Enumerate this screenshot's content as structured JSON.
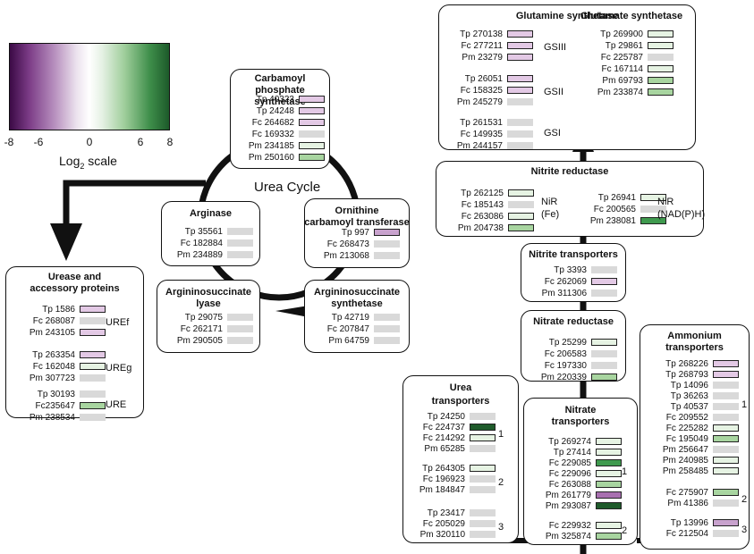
{
  "legend": {
    "ticks": [
      "-8",
      "-6",
      "0",
      "6",
      "8"
    ],
    "title_prefix": "Log",
    "title_sub": "2",
    "title_suffix": " scale",
    "colors": {
      "min": "#3b0a45",
      "mid": "#ffffff",
      "max": "#1d5a2a"
    }
  },
  "cycle_label": "Urea Cycle",
  "colors": {
    "none": "#d9d9d9",
    "lp": "#e3c9e5",
    "mp": "#c8a2cd",
    "dp": "#a870b0",
    "lg": "#e6f3e3",
    "mg": "#a8d5a0",
    "dg": "#3f9a4e",
    "vdg": "#1f5b2b"
  },
  "boxes": [
    {
      "id": "carbamoyl",
      "title": [
        "Carbamoyl",
        "phosphate synthetase"
      ],
      "rows": [
        {
          "t": "Tp 40323",
          "c": "lp"
        },
        {
          "t": "Tp 24248",
          "c": "lp"
        },
        {
          "t": "Fc 264682",
          "c": "lp"
        },
        {
          "t": "Fc 169332",
          "c": "none"
        },
        {
          "t": "Pm 234185",
          "c": "lg"
        },
        {
          "t": "Pm 250160",
          "c": "mg"
        }
      ]
    },
    {
      "id": "arginase",
      "title": [
        "Arginase"
      ],
      "rows": [
        {
          "t": "Tp 35561",
          "c": "none"
        },
        {
          "t": "Fc 182884",
          "c": "none"
        },
        {
          "t": "Pm 234889",
          "c": "none"
        }
      ]
    },
    {
      "id": "ornithine",
      "title": [
        "Ornithine",
        "carbamoyl transferase"
      ],
      "rows": [
        {
          "t": "Tp 997",
          "c": "mp"
        },
        {
          "t": "Fc 268473",
          "c": "none"
        },
        {
          "t": "Pm 213068",
          "c": "none"
        }
      ]
    },
    {
      "id": "asl",
      "title": [
        "Argininosuccinate",
        "lyase"
      ],
      "rows": [
        {
          "t": "Tp 29075",
          "c": "none"
        },
        {
          "t": "Fc 262171",
          "c": "none"
        },
        {
          "t": "Pm 290505",
          "c": "none"
        }
      ]
    },
    {
      "id": "ass",
      "title": [
        "Argininosuccinate",
        "synthetase"
      ],
      "rows": [
        {
          "t": "Tp 42719",
          "c": "none"
        },
        {
          "t": "Fc 207847",
          "c": "none"
        },
        {
          "t": "Pm 64759",
          "c": "none"
        }
      ]
    },
    {
      "id": "urease",
      "title": [
        "Urease and",
        "accessory proteins"
      ],
      "rows": [
        {
          "t": "Tp 1586",
          "c": "lp"
        },
        {
          "t": "Fc 268087",
          "c": "none"
        },
        {
          "t": "Pm 243105",
          "c": "lp"
        },
        {
          "t": "Tp 263354",
          "c": "lp"
        },
        {
          "t": "Fc 162048",
          "c": "lg"
        },
        {
          "t": "Pm 307723",
          "c": "none"
        },
        {
          "t": "Tp 30193",
          "c": "none"
        },
        {
          "t": "Fc235647",
          "c": "mg"
        },
        {
          "t": "Pm 238534",
          "c": "none"
        }
      ],
      "labels": [
        "UREf",
        "UREg",
        "URE"
      ]
    },
    {
      "id": "glutamine",
      "title": [
        "Glutamine synthetase"
      ],
      "rows": [
        {
          "t": "Tp 270138",
          "c": "lp"
        },
        {
          "t": "Fc 277211",
          "c": "lp"
        },
        {
          "t": "Pm 23279",
          "c": "lp"
        },
        {
          "t": "Tp 26051",
          "c": "lp"
        },
        {
          "t": "Fc 158325",
          "c": "lp"
        },
        {
          "t": "Pm 245279",
          "c": "none"
        },
        {
          "t": "Tp 261531",
          "c": "none"
        },
        {
          "t": "Fc 149935",
          "c": "none"
        },
        {
          "t": "Pm 244157",
          "c": "none"
        }
      ],
      "labels": [
        "GSIII",
        "GSII",
        "GSI"
      ]
    },
    {
      "id": "glutamate",
      "title": [
        "Glutamate synthetase"
      ],
      "rows": [
        {
          "t": "Tp 269900",
          "c": "lg"
        },
        {
          "t": "Tp 29861",
          "c": "lg"
        },
        {
          "t": "Fc 225787",
          "c": "none"
        },
        {
          "t": "Fc 167114",
          "c": "lg"
        },
        {
          "t": "Pm 69793",
          "c": "mg"
        },
        {
          "t": "Pm 233874",
          "c": "mg"
        }
      ]
    },
    {
      "id": "nitrite_red",
      "title": [
        "Nitrite reductase"
      ],
      "rows": [
        {
          "t": "Tp 262125",
          "c": "lg"
        },
        {
          "t": "Fc 185143",
          "c": "none"
        },
        {
          "t": "Fc 263086",
          "c": "lg"
        },
        {
          "t": "Pm 204738",
          "c": "mg"
        },
        {
          "t": "Tp 26941",
          "c": "lg"
        },
        {
          "t": "Fc 200565",
          "c": "none"
        },
        {
          "t": "Pm 238081",
          "c": "dg"
        }
      ],
      "labels": [
        "NiR",
        "(Fe)",
        "NiR",
        "(NAD(P)H)"
      ]
    },
    {
      "id": "nitrite_tr",
      "title": [
        "Nitrite transporters"
      ],
      "rows": [
        {
          "t": "Tp 3393",
          "c": "none"
        },
        {
          "t": "Fc 262069",
          "c": "lp"
        },
        {
          "t": "Pm 311306",
          "c": "none"
        }
      ]
    },
    {
      "id": "nitrate_red",
      "title": [
        "Nitrate reductase"
      ],
      "rows": [
        {
          "t": "Tp 25299",
          "c": "lg"
        },
        {
          "t": "Fc 206583",
          "c": "none"
        },
        {
          "t": "Fc 197330",
          "c": "none"
        },
        {
          "t": "Pm 220339",
          "c": "mg"
        }
      ]
    },
    {
      "id": "urea_tr",
      "title": [
        "Urea",
        "transporters"
      ],
      "rows": [
        {
          "t": "Tp 24250",
          "c": "none"
        },
        {
          "t": "Fc 224737",
          "c": "vdg"
        },
        {
          "t": "Fc 214292",
          "c": "lg"
        },
        {
          "t": "Pm 65285",
          "c": "none"
        },
        {
          "t": "Tp 264305",
          "c": "lg"
        },
        {
          "t": "Fc 196923",
          "c": "none"
        },
        {
          "t": "Pm 184847",
          "c": "none"
        },
        {
          "t": "Tp 23417",
          "c": "none"
        },
        {
          "t": "Fc 205029",
          "c": "none"
        },
        {
          "t": "Pm 320110",
          "c": "none"
        }
      ],
      "labels": [
        "1",
        "2",
        "3"
      ]
    },
    {
      "id": "nitrate_tr",
      "title": [
        "Nitrate",
        "transporters"
      ],
      "rows": [
        {
          "t": "Tp 269274",
          "c": "lg"
        },
        {
          "t": "Tp 27414",
          "c": "lg"
        },
        {
          "t": "Fc 229085",
          "c": "dg"
        },
        {
          "t": "Fc 229096",
          "c": "lg"
        },
        {
          "t": "Fc 263088",
          "c": "mg"
        },
        {
          "t": "Pm 261779",
          "c": "dp"
        },
        {
          "t": "Pm 293087",
          "c": "vdg"
        },
        {
          "t": "Fc 229932",
          "c": "lg"
        },
        {
          "t": "Pm 325874",
          "c": "mg"
        }
      ],
      "labels": [
        "1",
        "2"
      ]
    },
    {
      "id": "ammonium_tr",
      "title": [
        "Ammonium",
        "transporters"
      ],
      "rows": [
        {
          "t": "Tp 268226",
          "c": "lp"
        },
        {
          "t": "Tp 268793",
          "c": "lp"
        },
        {
          "t": "Tp 14096",
          "c": "none"
        },
        {
          "t": "Tp 36263",
          "c": "none"
        },
        {
          "t": "Tp 40537",
          "c": "none"
        },
        {
          "t": "Fc 209552",
          "c": "none"
        },
        {
          "t": "Fc 225282",
          "c": "lg"
        },
        {
          "t": "Fc 195049",
          "c": "mg"
        },
        {
          "t": "Pm 256647",
          "c": "none"
        },
        {
          "t": "Pm 240985",
          "c": "lg"
        },
        {
          "t": "Pm 258485",
          "c": "lg"
        },
        {
          "t": "Fc 275907",
          "c": "mg"
        },
        {
          "t": "Pm 41386",
          "c": "none"
        },
        {
          "t": "Tp 13996",
          "c": "mp"
        },
        {
          "t": "Fc 212504",
          "c": "none"
        }
      ],
      "labels": [
        "1",
        "2",
        "3"
      ]
    }
  ]
}
